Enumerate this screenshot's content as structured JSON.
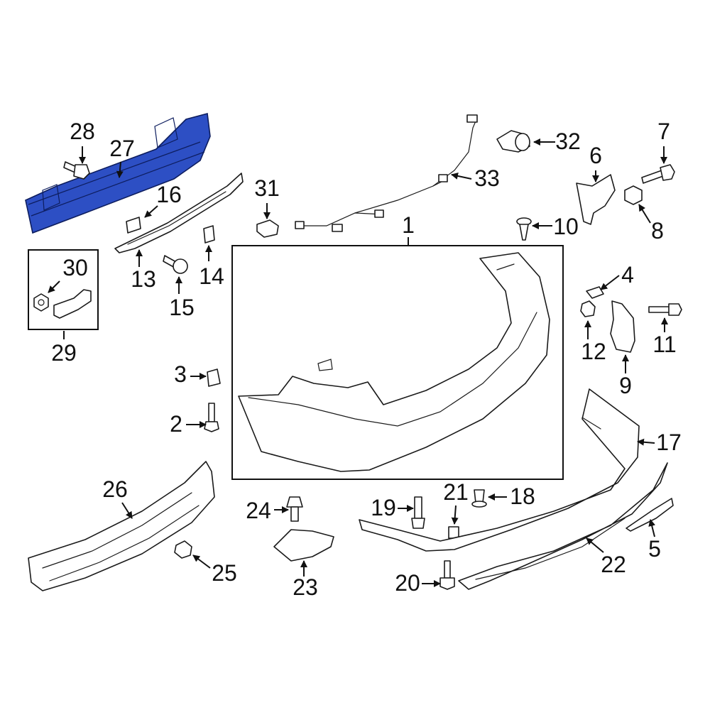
{
  "diagram": {
    "highlight_color": "#2d4fc4",
    "highlighted_part": "27",
    "callouts": [
      "1",
      "2",
      "3",
      "4",
      "5",
      "6",
      "7",
      "8",
      "9",
      "10",
      "11",
      "12",
      "13",
      "14",
      "15",
      "16",
      "17",
      "18",
      "19",
      "20",
      "21",
      "22",
      "23",
      "24",
      "25",
      "26",
      "27",
      "28",
      "29",
      "30",
      "31",
      "32",
      "33"
    ]
  }
}
